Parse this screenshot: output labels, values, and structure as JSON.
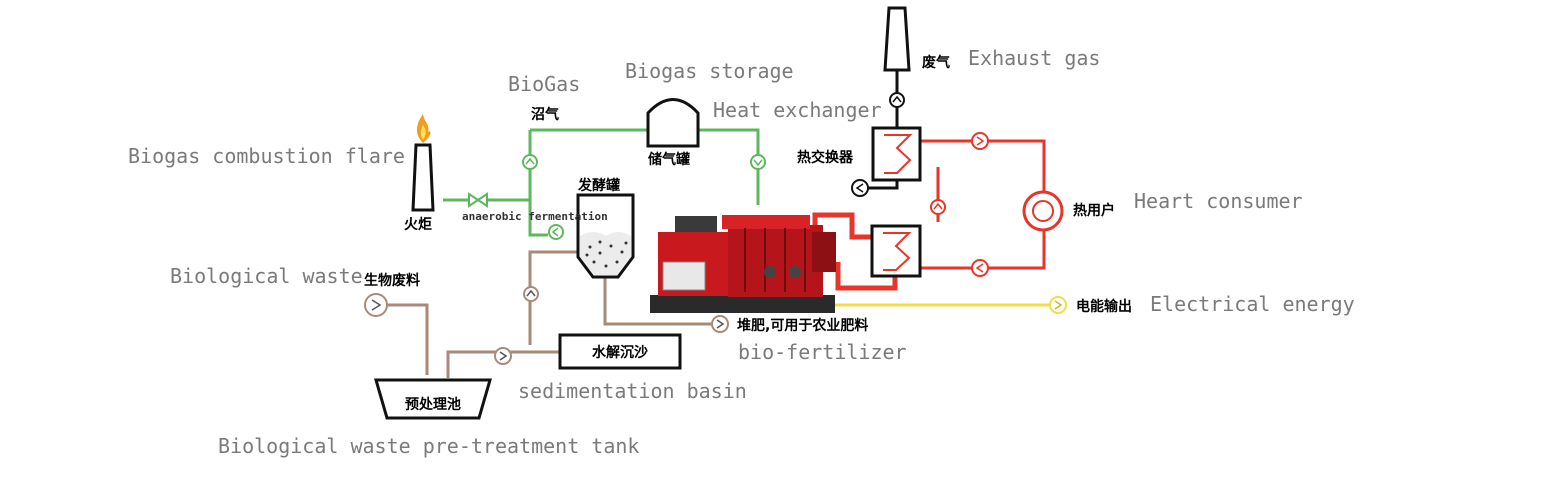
{
  "labels": {
    "flare_en": "Biogas combustion flare",
    "flare_cn": "火炬",
    "biogas_en": "BioGas",
    "biogas_cn": "沼气",
    "storage_en": "Biogas storage",
    "storage_cn": "储气罐",
    "heat_exchanger_en": "Heat exchanger",
    "heat_exchanger_cn": "热交换器",
    "exhaust_cn": "废气",
    "exhaust_en": "Exhaust gas",
    "heat_consumer_cn": "热用户",
    "heat_consumer_en": "Heart consumer",
    "fermenter_cn": "发酵罐",
    "anaerobic": "anaerobic fermentation",
    "bio_waste_en": "Biological waste",
    "bio_waste_cn": "生物废料",
    "electric_cn": "电能输出",
    "electric_en": "Electrical energy",
    "compost_cn": "堆肥,可用于农业肥料",
    "fertilizer_en": "bio-fertilizer",
    "hydrolysis_cn": "水解沉沙",
    "sedimentation_en": "sedimentation basin",
    "pretreat_cn": "预处理池",
    "pretreat_en": "Biological waste pre-treatment tank"
  },
  "colors": {
    "biogas_pipe": "#5cb85c",
    "waste_pipe": "#a88a78",
    "heat_pipe": "#e8352a",
    "exhaust_pipe": "#111111",
    "electric_line": "#f5dc46",
    "generator": "#c8191e"
  }
}
